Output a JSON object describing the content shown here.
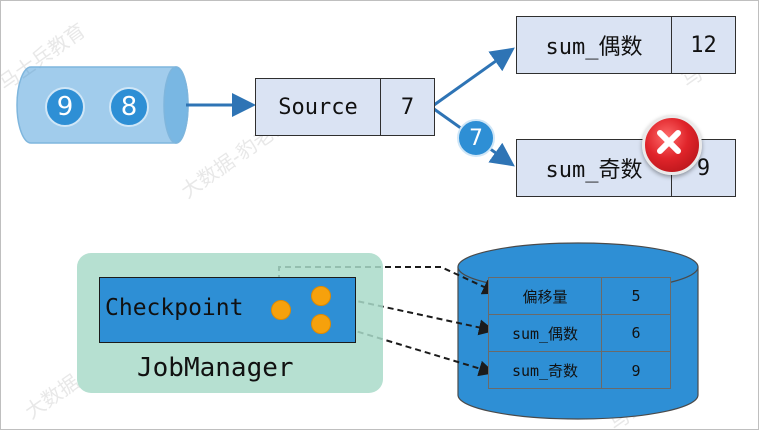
{
  "stream": {
    "events": [
      "9",
      "8"
    ]
  },
  "source": {
    "label": "Source",
    "value": "7"
  },
  "routed_event": "7",
  "even_sum": {
    "label": "sum_偶数",
    "value": "12"
  },
  "odd_sum": {
    "label": "sum_奇数",
    "value": "9"
  },
  "error_icon": "error-x-icon",
  "jobmanager": {
    "checkpoint_label": "Checkpoint",
    "label": "JobManager"
  },
  "state_table": {
    "rows": [
      {
        "key": "偏移量",
        "value": "5"
      },
      {
        "key": "sum_偶数",
        "value": "6"
      },
      {
        "key": "sum_奇数",
        "value": "9"
      }
    ]
  },
  "colors": {
    "box_fill": "#dae3f3",
    "ball": "#2e8fd5",
    "arrow": "#2e74b5",
    "panel": "#a9dbc9",
    "dot": "#f6a10c",
    "error": "#e0242a"
  }
}
